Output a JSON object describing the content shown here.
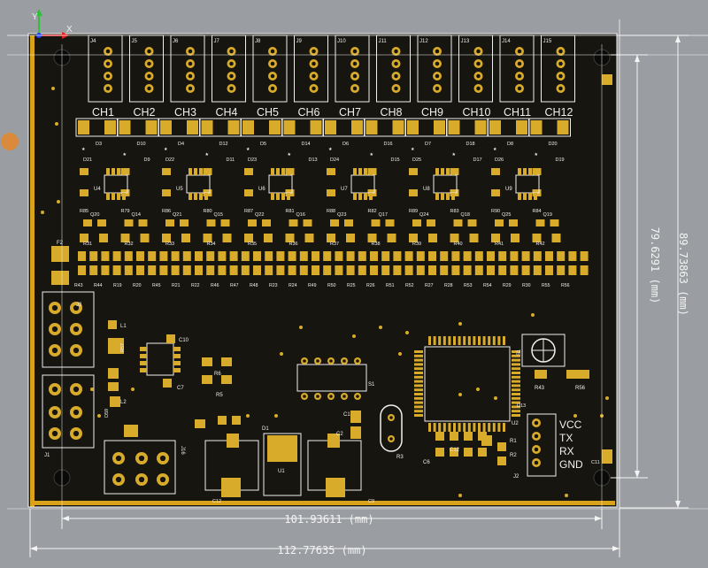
{
  "colors": {
    "background": "#9a9ea2",
    "board": "#17150f",
    "edge": "#d8a21a",
    "pad": "#d9ab2a",
    "silkscreen": "#f0f0f0",
    "dimension": "#f4f4f4"
  },
  "axis": {
    "x_icon": "x-axis-arrow-icon",
    "y_icon": "y-axis-arrow-icon"
  },
  "headers": [
    "J4",
    "J5",
    "J6",
    "J7",
    "J8",
    "J9",
    "J10",
    "J11",
    "J12",
    "J13",
    "J14",
    "J15"
  ],
  "channels": [
    "CH1",
    "CH2",
    "CH3",
    "CH4",
    "CH5",
    "CH6",
    "CH7",
    "CH8",
    "CH9",
    "CH10",
    "CH11",
    "CH12"
  ],
  "opto_row": {
    "diodes": [
      "D3",
      "D10",
      "D4",
      "D12",
      "D5",
      "D14",
      "D6",
      "D16",
      "D7",
      "D18",
      "D8",
      "D20"
    ],
    "ics": [
      "U4",
      "U5",
      "U6",
      "U7",
      "U8",
      "U9"
    ],
    "upper": [
      "D21",
      "D9",
      "D22",
      "D11",
      "D23",
      "D13",
      "D24",
      "D15",
      "D25",
      "D17",
      "D26",
      "D19"
    ],
    "transistors": [
      "Q20",
      "Q14",
      "Q21",
      "Q15",
      "Q22",
      "Q16",
      "Q23",
      "Q17",
      "Q24",
      "Q18",
      "Q25",
      "Q19"
    ],
    "resistors_a": [
      "R85",
      "R79",
      "R86",
      "R80",
      "R87",
      "R81",
      "R88",
      "R82",
      "R89",
      "R83",
      "R90",
      "R84"
    ],
    "resistors_b": [
      "R31",
      "R32",
      "R33",
      "R34",
      "R35",
      "R36",
      "R37",
      "R38",
      "R39",
      "R40",
      "R41",
      "R42"
    ]
  },
  "resistor_strip": [
    "R43",
    "R44",
    "R19",
    "R20",
    "R45",
    "R21",
    "R22",
    "R46",
    "R47",
    "R48",
    "R23",
    "R24",
    "R49",
    "R50",
    "R25",
    "R26",
    "R51",
    "R52",
    "R27",
    "R28",
    "R53",
    "R54",
    "R29",
    "R30",
    "R55",
    "R56"
  ],
  "left_parts": {
    "fuse": "F2",
    "header_top": "J3",
    "header_bottom": "J1",
    "inductor_1": "L1",
    "inductor_2": "L2",
    "cap_elec": "R57",
    "diode_v": "D59",
    "connector": "J16"
  },
  "middle_parts": [
    "C10",
    "C7",
    "R6",
    "R5",
    "C1",
    "C2",
    "D1",
    "U1",
    "C6",
    "C5",
    "C12",
    "C9"
  ],
  "right_parts": {
    "mcu": "U2",
    "button": "S1",
    "crystal_res": "R3",
    "rgb": "R43",
    "rgb2": "R56",
    "led": "D13",
    "cap": "C11",
    "u": "U1",
    "r1": "R1",
    "r2": "R2",
    "switch_label": "S1",
    "j2": "J2"
  },
  "uart_labels": [
    "VCC",
    "TX",
    "RX",
    "GND"
  ],
  "dimensions": {
    "inner_width": "101.93611 (mm)",
    "outer_width": "112.77635 (mm)",
    "inner_height": "79.6291 (mm)",
    "outer_height": "89.73863 (mm)"
  }
}
